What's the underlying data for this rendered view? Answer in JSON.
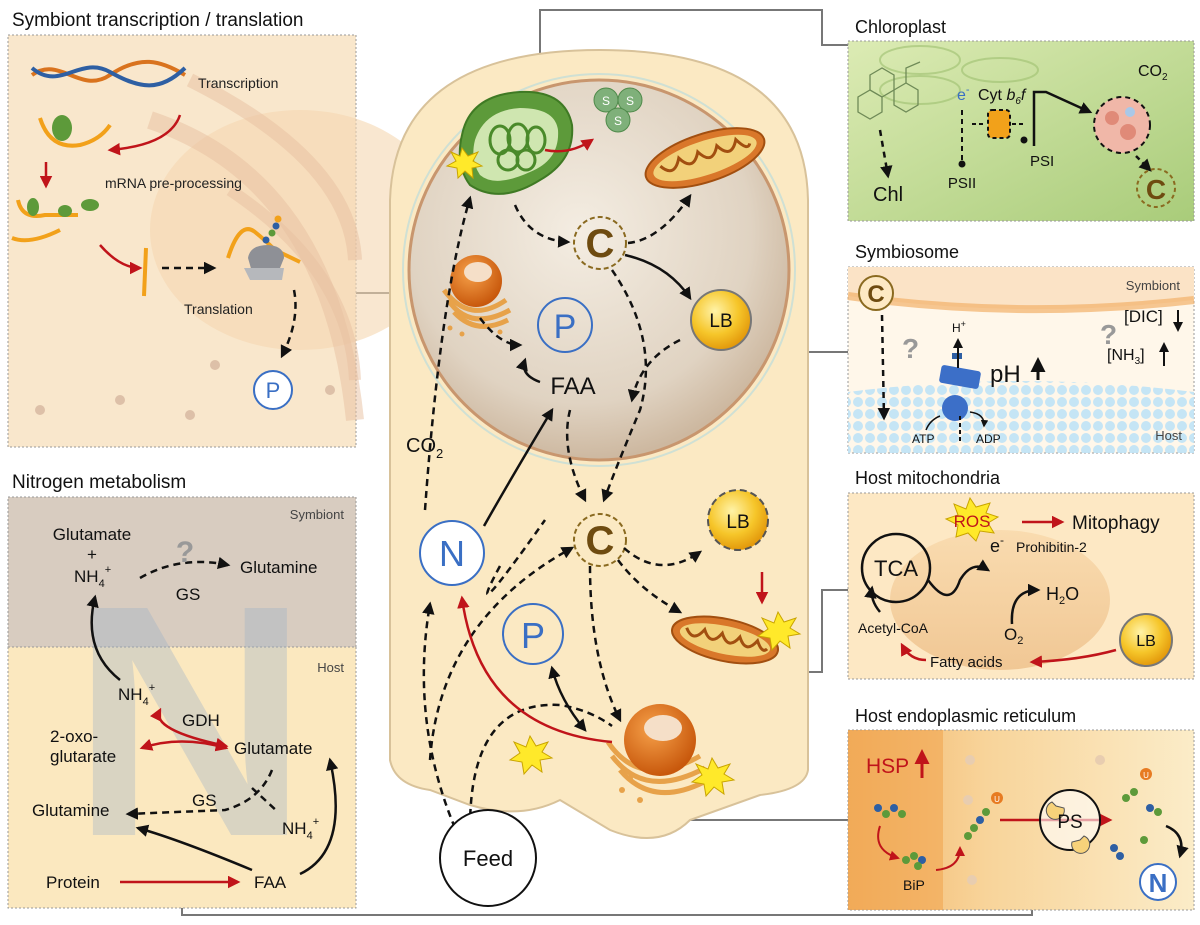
{
  "panels": {
    "transcription": {
      "title": "Symbiont transcription / translation",
      "transcription": "Transcription",
      "mrna": "mRNA pre-processing",
      "translation": "Translation",
      "p": "P"
    },
    "nitrogen": {
      "title": "Nitrogen metabolism",
      "symbiont": "Symbiont",
      "host": "Host",
      "glutamate": "Glutamate",
      "plus": "+",
      "nh4": "NH",
      "nh4_sub": "4",
      "nh4_sup": "+",
      "question": "?",
      "gs": "GS",
      "glutamine": "Glutamine",
      "gdh": "GDH",
      "oxo1": "2-oxo-",
      "oxo2": "glutarate",
      "protein": "Protein",
      "faa": "FAA",
      "watermark": "N"
    },
    "chloroplast": {
      "title": "Chloroplast",
      "e": "e",
      "e_sup": "-",
      "cyt": "Cyt ",
      "b": "b",
      "b_sub": "6",
      "f": "f",
      "co2": "CO",
      "co2_sub": "2",
      "chl": "Chl",
      "psii": "PSII",
      "psi": "PSI",
      "c": "C"
    },
    "symbiosome": {
      "title": "Symbiosome",
      "symbiont": "Symbiont",
      "host": "Host",
      "c": "C",
      "question": "?",
      "h": "H",
      "h_sup": "+",
      "ph": "pH",
      "dic": "[DIC]",
      "nh3": "[NH",
      "nh3_sub": "3",
      "nh3_end": "]",
      "atp": "ATP",
      "adp": "ADP"
    },
    "mitochondria": {
      "title": "Host mitochondria",
      "ros": "ROS",
      "mitophagy": "Mitophagy",
      "prohibitin": "Prohibitin-2",
      "tca": "TCA",
      "e": "e",
      "e_sup": "-",
      "h2o": "H",
      "h2o_sub": "2",
      "h2o_end": "O",
      "acetyl": "Acetyl-CoA",
      "o2": "O",
      "o2_sub": "2",
      "fatty": "Fatty acids",
      "lb": "LB"
    },
    "er": {
      "title": "Host endoplasmic reticulum",
      "hsp": "HSP",
      "bip": "BiP",
      "ps": "PS",
      "n": "N",
      "u": "U"
    }
  },
  "cell": {
    "s": "S",
    "c": "C",
    "p": "P",
    "lb": "LB",
    "faa": "FAA",
    "co2": "CO",
    "co2_sub": "2",
    "n": "N",
    "feed": "Feed"
  },
  "colors": {
    "red": "#c0141a",
    "blue": "#3a6fc4",
    "brown": "#6e4b10",
    "green": "#5d9a3a",
    "gold": "#f2b81f"
  }
}
